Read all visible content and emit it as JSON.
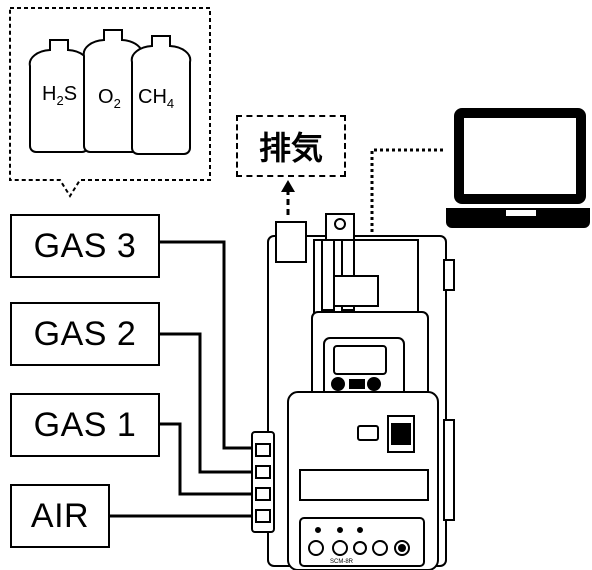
{
  "gas_sources": {
    "cylinders": [
      {
        "formula_main": "H",
        "formula_sub": "2",
        "formula_tail": "S"
      },
      {
        "formula_main": "O",
        "formula_sub": "2",
        "formula_tail": ""
      },
      {
        "formula_main": "CH",
        "formula_sub": "4",
        "formula_tail": ""
      }
    ]
  },
  "inlets": [
    {
      "label": "GAS 3"
    },
    {
      "label": "GAS 2"
    },
    {
      "label": "GAS 1"
    },
    {
      "label": "AIR"
    }
  ],
  "exhaust": {
    "label": "排気"
  },
  "device": {
    "model_text": "SCM-8R"
  },
  "colors": {
    "line": "#000000",
    "fill": "#ffffff"
  },
  "icons": [
    "laptop-icon",
    "gas-cylinder-icon",
    "exhaust-arrow-icon"
  ]
}
